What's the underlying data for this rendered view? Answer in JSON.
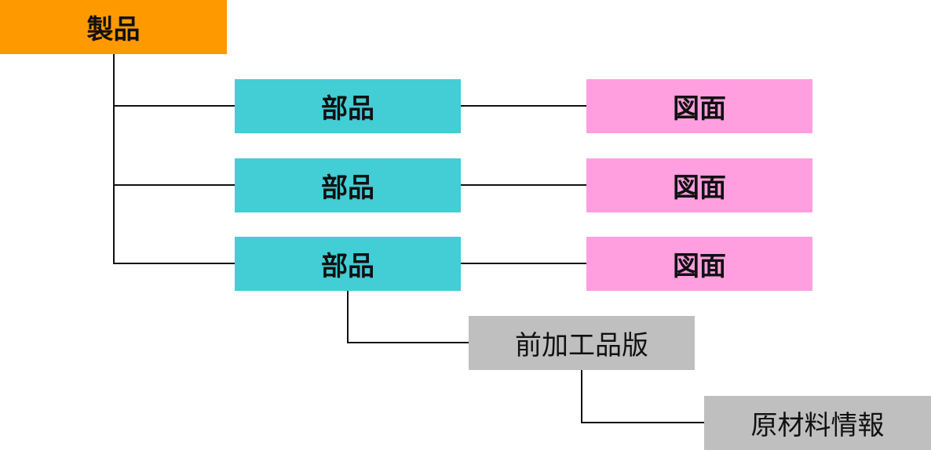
{
  "colors": {
    "product": "#FF9900",
    "part": "#43CDD5",
    "drawing": "#FF9FDF",
    "preprocessed": "#BFBFBF",
    "raw_material": "#BFBFBF",
    "connector": "#111111"
  },
  "nodes": {
    "product": "製品",
    "parts": [
      "部品",
      "部品",
      "部品"
    ],
    "drawings": [
      "図面",
      "図面",
      "図面"
    ],
    "preprocessed": "前加工品版",
    "raw_material": "原材料情報"
  }
}
